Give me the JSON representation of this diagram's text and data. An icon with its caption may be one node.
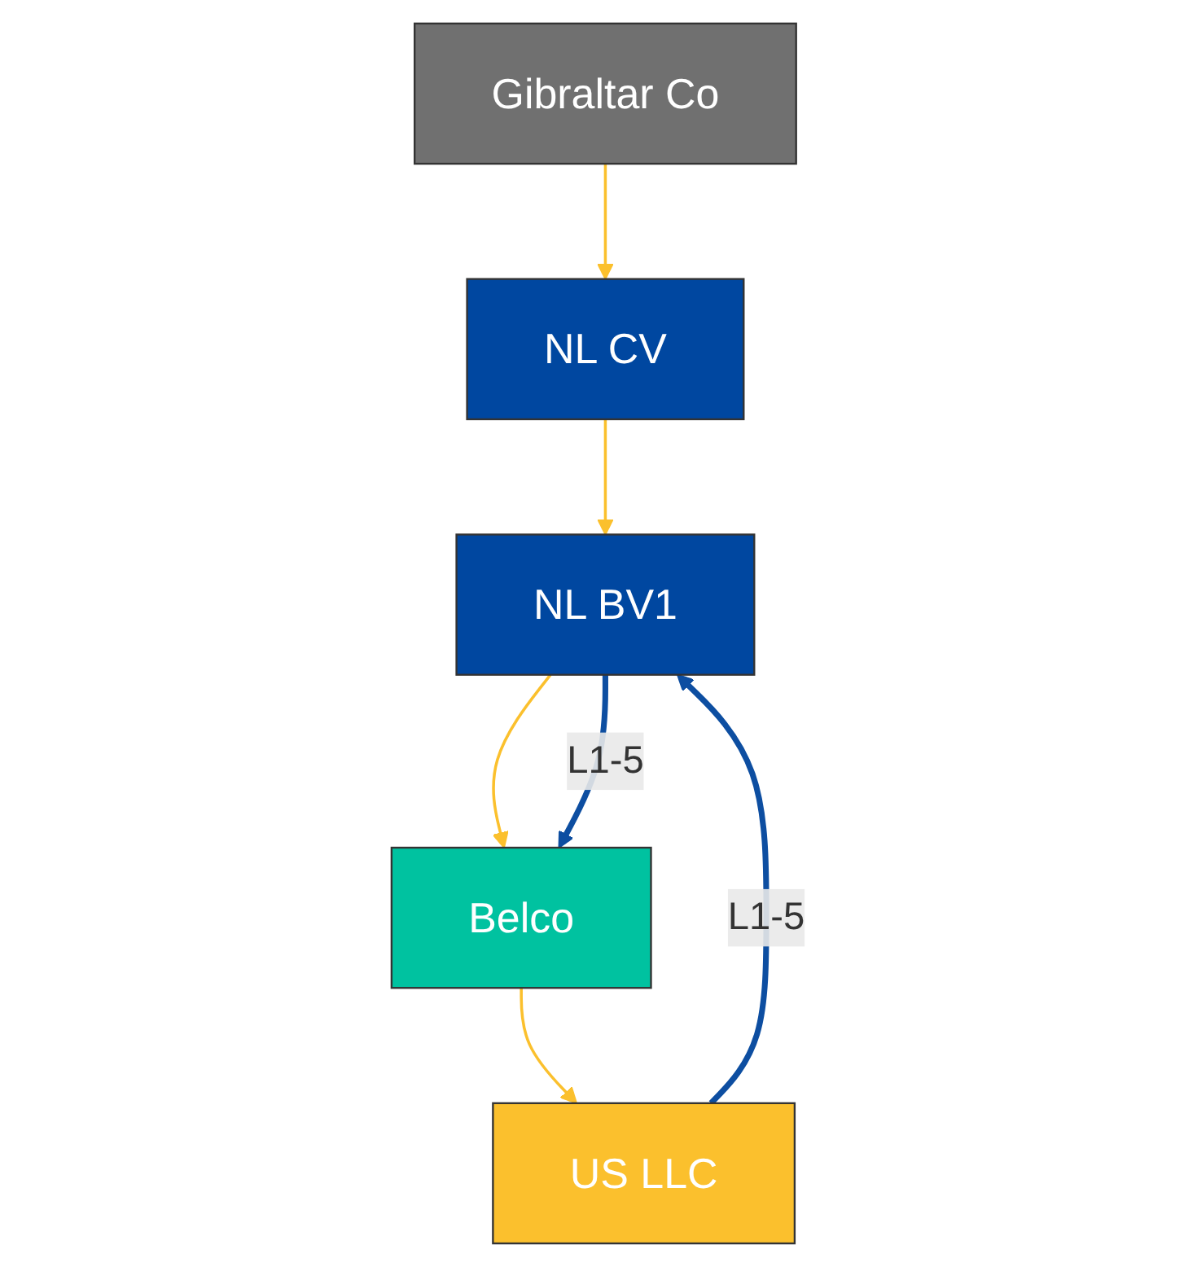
{
  "diagram": {
    "nodes": [
      {
        "text": [
          "Gibraltar Co"
        ]
      },
      {
        "text": [
          "NL CV"
        ]
      },
      {
        "text": [
          "NL BV1"
        ]
      },
      {
        "text": [
          "Belco"
        ]
      },
      {
        "text": [
          "US LLC"
        ]
      }
    ],
    "edges": [
      {
        "from": 0,
        "to": 1,
        "arrow": "to"
      },
      {
        "from": 1,
        "to": 2,
        "arrow": "to"
      },
      {
        "from": 2,
        "to": 3,
        "arrow": "to"
      },
      {
        "from": 3,
        "to": 4,
        "arrow": "to"
      },
      {
        "from": 2,
        "to": 3,
        "arrow": "to",
        "label": "L1-5",
        "style": "thick",
        "color": "#0d4ea1"
      },
      {
        "from": 4,
        "to": 2,
        "arrow": "to",
        "label": "L1-5",
        "style": "thick",
        "color": "#0d4ea1"
      }
    ]
  }
}
